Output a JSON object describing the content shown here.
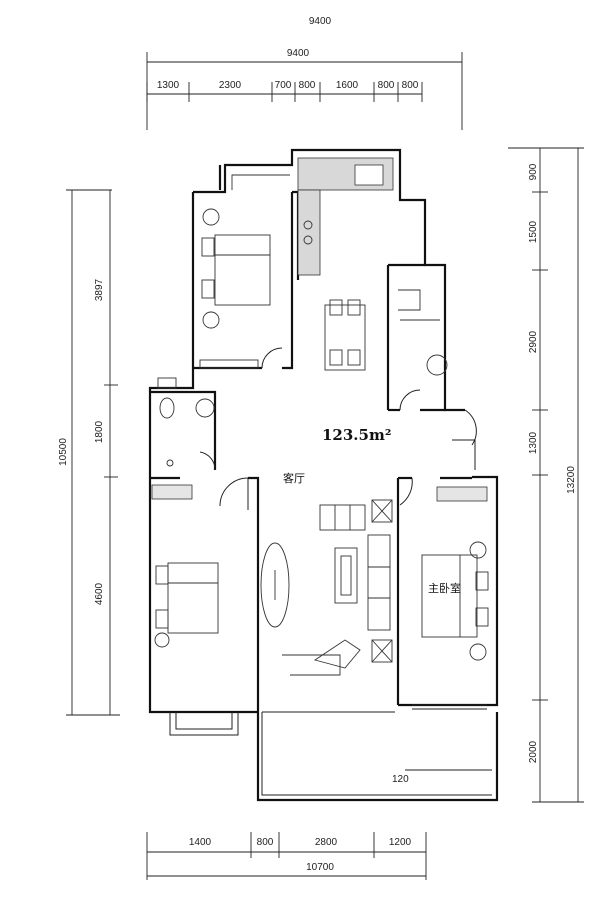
{
  "plan": {
    "area_label": "123.5m²",
    "rooms": {
      "living": "客厅",
      "master_bedroom": "主卧室"
    },
    "top_dims": {
      "overall": "9400",
      "overall_faint": "9400",
      "segments": [
        "1300",
        "2300",
        "700",
        "800",
        "1600",
        "800",
        "800"
      ]
    },
    "left_dims": {
      "overall": "10500",
      "segments": [
        "3897",
        "1800",
        "4600"
      ]
    },
    "right_dims": {
      "overall": "13200",
      "segments": [
        "900",
        "1500",
        "2900",
        "1300",
        "2000"
      ]
    },
    "bottom_dims": {
      "overall": "10700",
      "segments": [
        "1400",
        "800",
        "2800",
        "1200"
      ]
    },
    "balcony_mark": "120"
  }
}
